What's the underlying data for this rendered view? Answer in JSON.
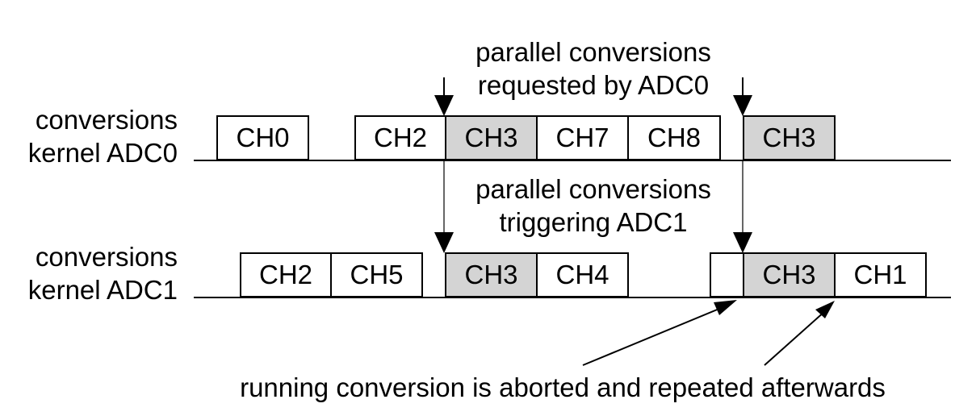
{
  "colors": {
    "line": "#000000",
    "box_fill": "#ffffff",
    "highlight_fill": "#d4d4d4"
  },
  "row_labels": {
    "adc0": [
      "conversions",
      "kernel ADC0"
    ],
    "adc1": [
      "conversions",
      "kernel ADC1"
    ]
  },
  "annotations": {
    "requested": [
      "parallel conversions",
      "requested by ADC0"
    ],
    "triggering": [
      "parallel conversions",
      "triggering ADC1"
    ],
    "aborted": "running conversion is aborted and repeated afterwards"
  },
  "row_adc0": {
    "boxes": [
      {
        "label": "CH0",
        "highlight": false
      },
      {
        "label": "CH2",
        "highlight": false
      },
      {
        "label": "CH3",
        "highlight": true
      },
      {
        "label": "CH7",
        "highlight": false
      },
      {
        "label": "CH8",
        "highlight": false
      },
      {
        "label": "CH3",
        "highlight": true
      }
    ]
  },
  "row_adc1": {
    "boxes": [
      {
        "label": "CH2",
        "highlight": false
      },
      {
        "label": "CH5",
        "highlight": false
      },
      {
        "label": "CH3",
        "highlight": true
      },
      {
        "label": "CH4",
        "highlight": false
      },
      {
        "label": "",
        "highlight": false
      },
      {
        "label": "CH3",
        "highlight": true
      },
      {
        "label": "CH1",
        "highlight": false
      }
    ]
  }
}
